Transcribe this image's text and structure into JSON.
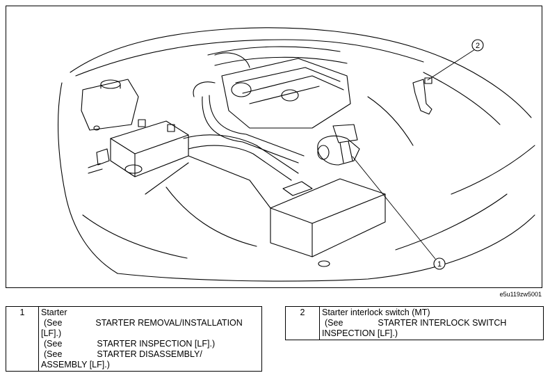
{
  "figure": {
    "id": "e5u119zw5001"
  },
  "callouts": [
    "1",
    "2"
  ],
  "items": [
    {
      "number": "1",
      "name": "Starter",
      "refs": [
        {
          "prefix": "(See",
          "text": "STARTER REMOVAL/INSTALLATION",
          "cont": "[LF].)"
        },
        {
          "prefix": "(See",
          "text": "STARTER INSPECTION [LF].)"
        },
        {
          "prefix": "(See",
          "text": "STARTER DISASSEMBLY/",
          "cont": "ASSEMBLY [LF].)"
        }
      ]
    },
    {
      "number": "2",
      "name": "Starter interlock switch (MT)",
      "refs": [
        {
          "prefix": "(See",
          "text": "STARTER INTERLOCK SWITCH",
          "cont": "INSPECTION [LF].)"
        }
      ]
    }
  ]
}
